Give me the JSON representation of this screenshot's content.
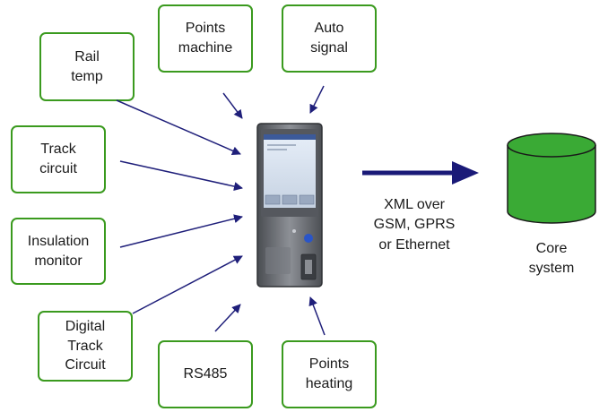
{
  "inputs": {
    "rail_temp": "Rail\ntemp",
    "track_circuit": "Track\ncircuit",
    "insulation_monitor": "Insulation\nmonitor",
    "digital_track_circuit": "Digital\nTrack\nCircuit",
    "points_machine": "Points\nmachine",
    "auto_signal": "Auto\nsignal",
    "rs485": "RS485",
    "points_heating": "Points\nheating"
  },
  "link": {
    "protocol_label": "XML over\nGSM, GPRS\n or  Ethernet"
  },
  "core": {
    "label": "Core\nsystem"
  },
  "colors": {
    "box_border": "#3a9a1e",
    "arrow": "#1f1f7a",
    "cylinder_fill": "#3aaa35"
  }
}
